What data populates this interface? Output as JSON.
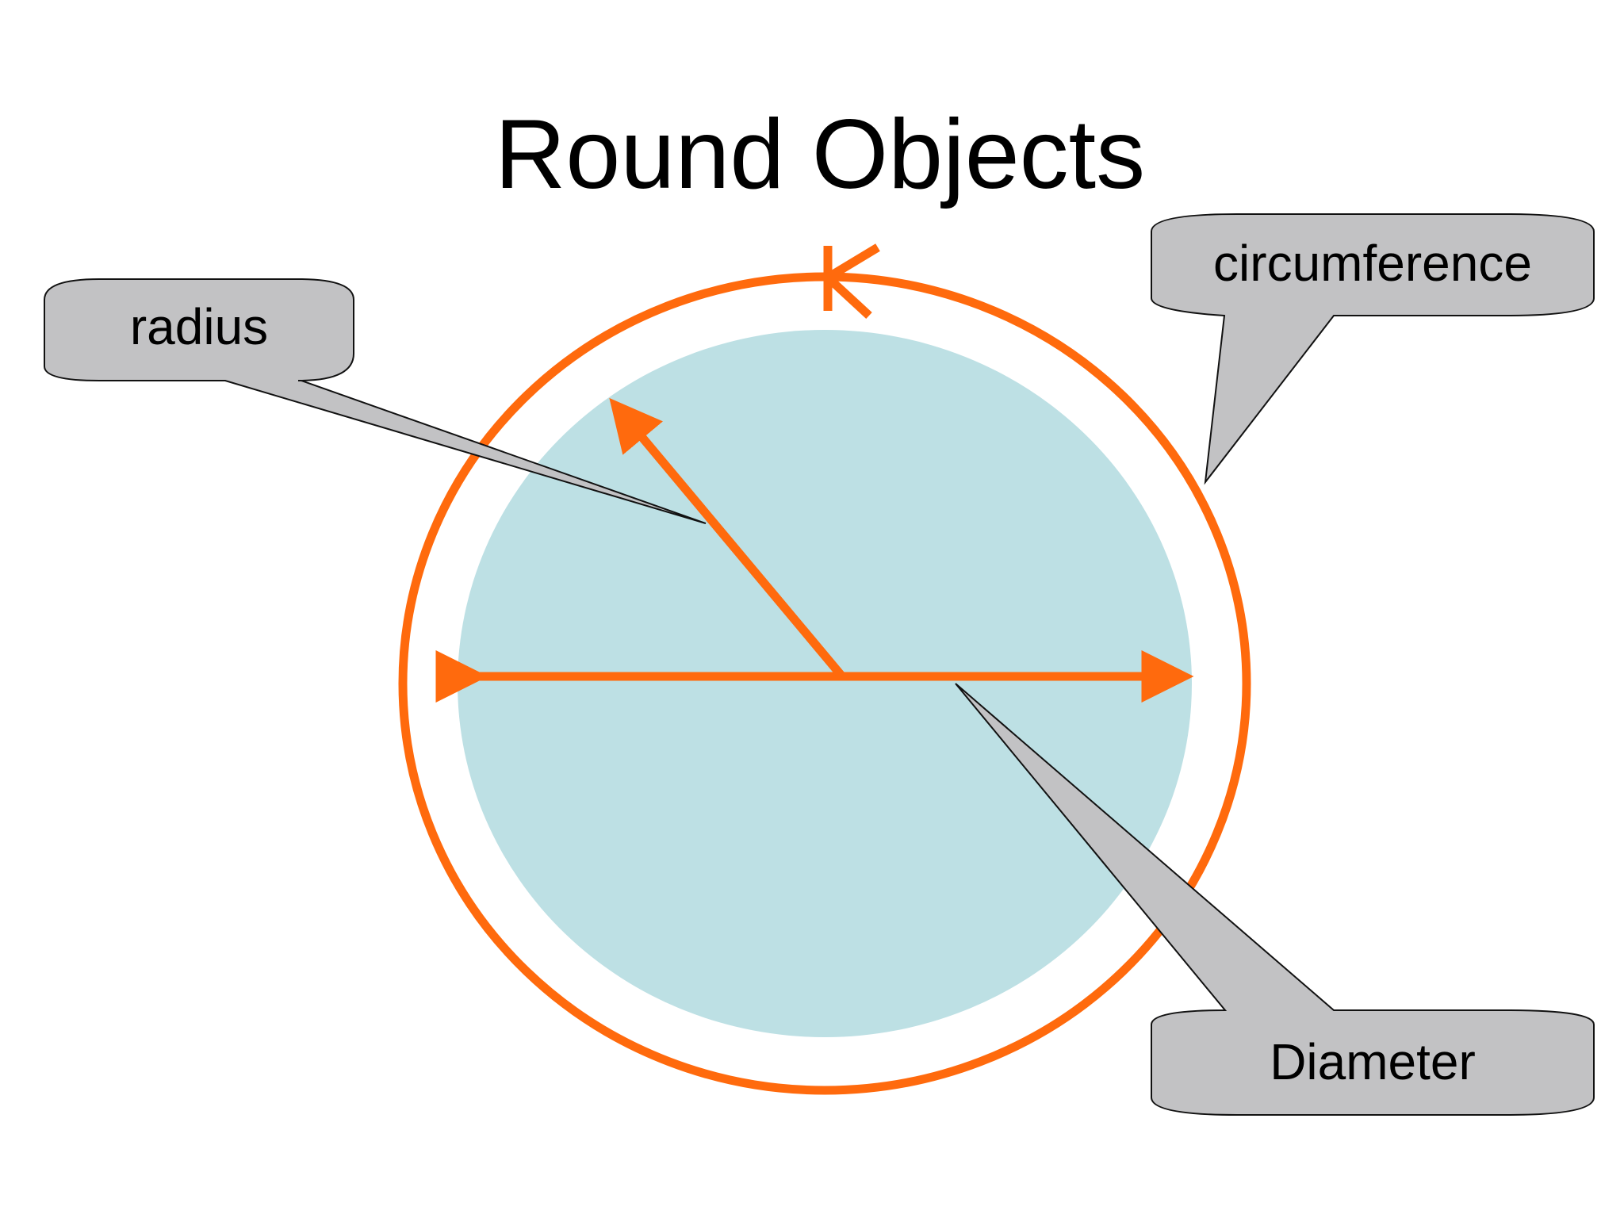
{
  "title": "Round Objects",
  "callouts": {
    "radius": "radius",
    "circumference": "circumference",
    "diameter": "Diameter"
  },
  "colors": {
    "ring": "#ff6a0d",
    "disc": "#bde0e4",
    "callout_fill": "#c2c2c4",
    "callout_stroke": "#111111",
    "arrow": "#ff6a0d"
  }
}
